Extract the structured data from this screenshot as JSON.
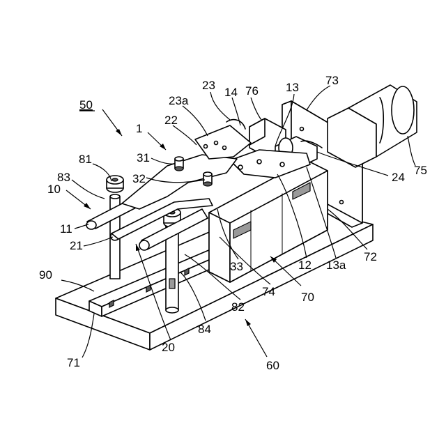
{
  "figure": {
    "labels": {
      "l50": "50",
      "l1": "1",
      "l23": "23",
      "l14": "14",
      "l76": "76",
      "l13": "13",
      "l73": "73",
      "l23a": "23a",
      "l22": "22",
      "l31": "31",
      "l32": "32",
      "l81": "81",
      "l83": "83",
      "l10": "10",
      "l11": "11",
      "l21": "21",
      "l33": "33",
      "l12": "12",
      "l13a": "13a",
      "l72": "72",
      "l24": "24",
      "l75": "75",
      "l90": "90",
      "l74": "74",
      "l70": "70",
      "l82": "82",
      "l84": "84",
      "l20": "20",
      "l71": "71",
      "l60": "60"
    }
  }
}
